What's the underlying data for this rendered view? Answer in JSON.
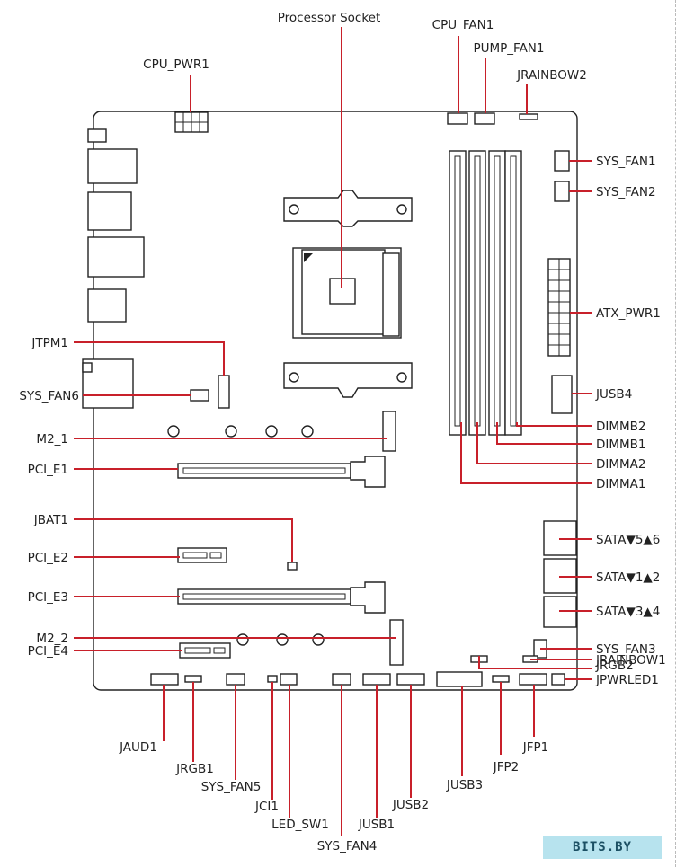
{
  "labels": {
    "processor_socket": "Processor Socket",
    "cpu_fan1": "CPU_FAN1",
    "pump_fan1": "PUMP_FAN1",
    "jrainbow2": "JRAINBOW2",
    "cpu_pwr1": "CPU_PWR1",
    "sys_fan1": "SYS_FAN1",
    "sys_fan2": "SYS_FAN2",
    "atx_pwr1": "ATX_PWR1",
    "jusb4": "JUSB4",
    "dimmb2": "DIMMB2",
    "dimmb1": "DIMMB1",
    "dimma2": "DIMMA2",
    "dimma1": "DIMMA1",
    "sata56": "SATA▼5▲6",
    "sata12": "SATA▼1▲2",
    "sata34": "SATA▼3▲4",
    "sys_fan3": "SYS_FAN3",
    "jrgb2": "JRGB2",
    "jrainbow1": "JRAINBOW1",
    "jpwrled1": "JPWRLED1",
    "jtpm1": "JTPM1",
    "sys_fan6": "SYS_FAN6",
    "m2_1": "M2_1",
    "pci_e1": "PCI_E1",
    "jbat1": "JBAT1",
    "pci_e2": "PCI_E2",
    "pci_e3": "PCI_E3",
    "m2_2": "M2_2",
    "pci_e4": "PCI_E4",
    "jaud1": "JAUD1",
    "jrgb1": "JRGB1",
    "sys_fan5": "SYS_FAN5",
    "jci1": "JCI1",
    "led_sw1": "LED_SW1",
    "sys_fan4": "SYS_FAN4",
    "jusb1": "JUSB1",
    "jusb2": "JUSB2",
    "jusb3": "JUSB3",
    "jfp2": "JFP2",
    "jfp1": "JFP1"
  },
  "watermark": "BITS.BY",
  "colors": {
    "leader": "#c8202a",
    "outline": "#222222",
    "watermark_bg": "#b7e3ee"
  }
}
